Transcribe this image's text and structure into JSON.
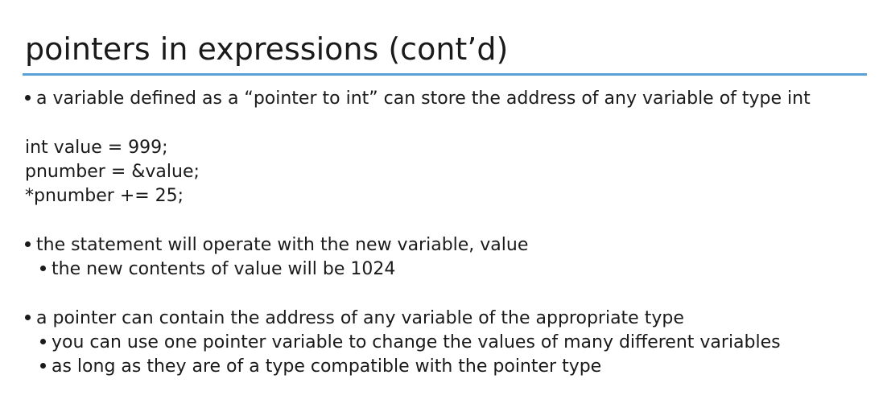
{
  "slide": {
    "title": "pointers in expressions (cont’d)",
    "accent_color": "#5aa0d8",
    "bullet1": "a variable defined as a “pointer to int” can store the address of any variable of type int",
    "code": [
      "int value = 999;",
      "pnumber = &value;",
      "*pnumber +=  25;"
    ],
    "bullet2": "the statement will operate with the new variable, value",
    "bullet2_sub": "the new contents of value will be 1024",
    "bullet3": "a pointer can contain the address of any variable of the appropriate type",
    "bullet3_subs": [
      "you can use one pointer variable to change the values of many different variables",
      "as long as they are of a type compatible with the pointer type"
    ]
  }
}
